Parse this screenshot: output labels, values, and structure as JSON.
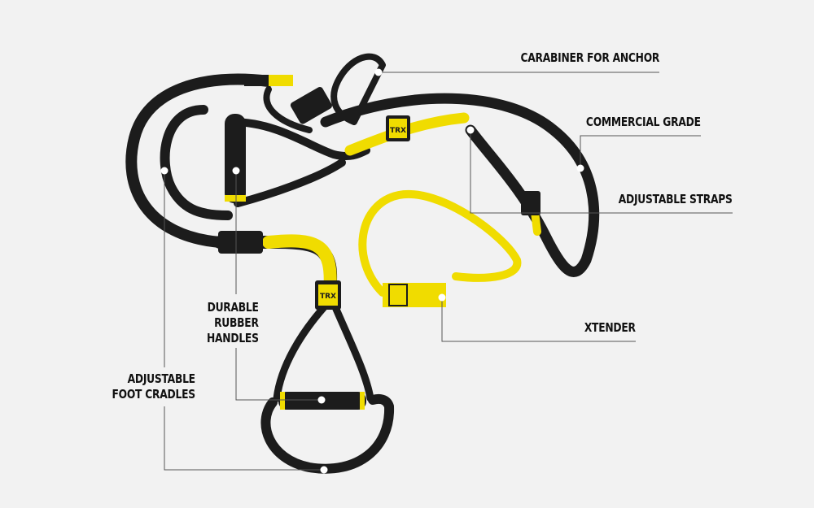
{
  "labels": {
    "carabiner": "CARABINER FOR ANCHOR",
    "commercial_grade": "COMMERCIAL GRADE",
    "adjustable_straps": "ADJUSTABLE STRAPS",
    "xtender": "XTENDER",
    "durable_rubber_handles": [
      "DURABLE",
      "RUBBER",
      "HANDLES"
    ],
    "adjustable_foot_cradles": [
      "ADJUSTABLE",
      "FOOT CRADLES"
    ]
  },
  "brand_badge": "TRX",
  "colors": {
    "background": "#f2f2f2",
    "strap": "#1c1c1c",
    "accent": "#f0dc00",
    "leader": "#555555"
  }
}
